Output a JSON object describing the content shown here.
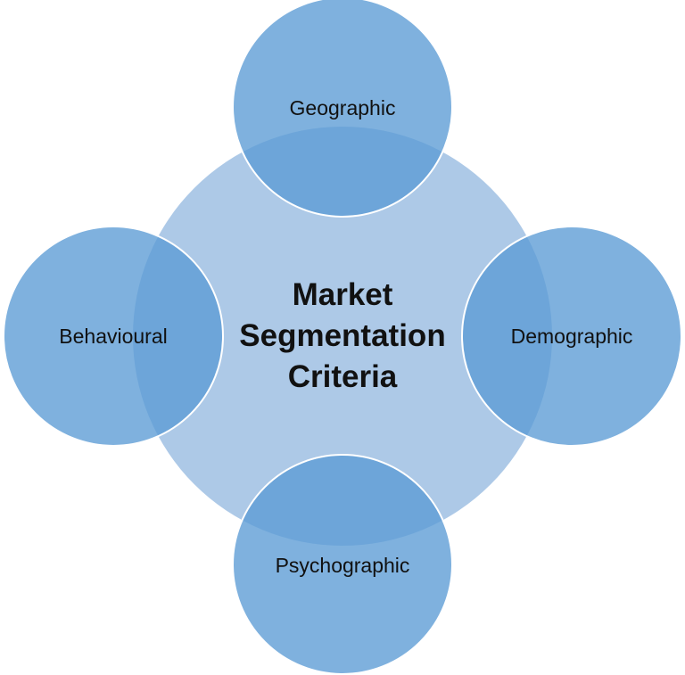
{
  "center": {
    "line1": "Market",
    "line2": "Segmentation",
    "line3": "Criteria"
  },
  "nodes": [
    {
      "id": "geographic",
      "label": "Geographic"
    },
    {
      "id": "demographic",
      "label": "Demographic"
    },
    {
      "id": "psychographic",
      "label": "Psychographic"
    },
    {
      "id": "behavioural",
      "label": "Behavioural"
    }
  ],
  "colors": {
    "center_fill": "#adc9e7",
    "node_fill": "#5b9bd5",
    "node_opacity": 0.78,
    "node_stroke": "#ffffff",
    "text": "#111111",
    "background": "#ffffff"
  }
}
